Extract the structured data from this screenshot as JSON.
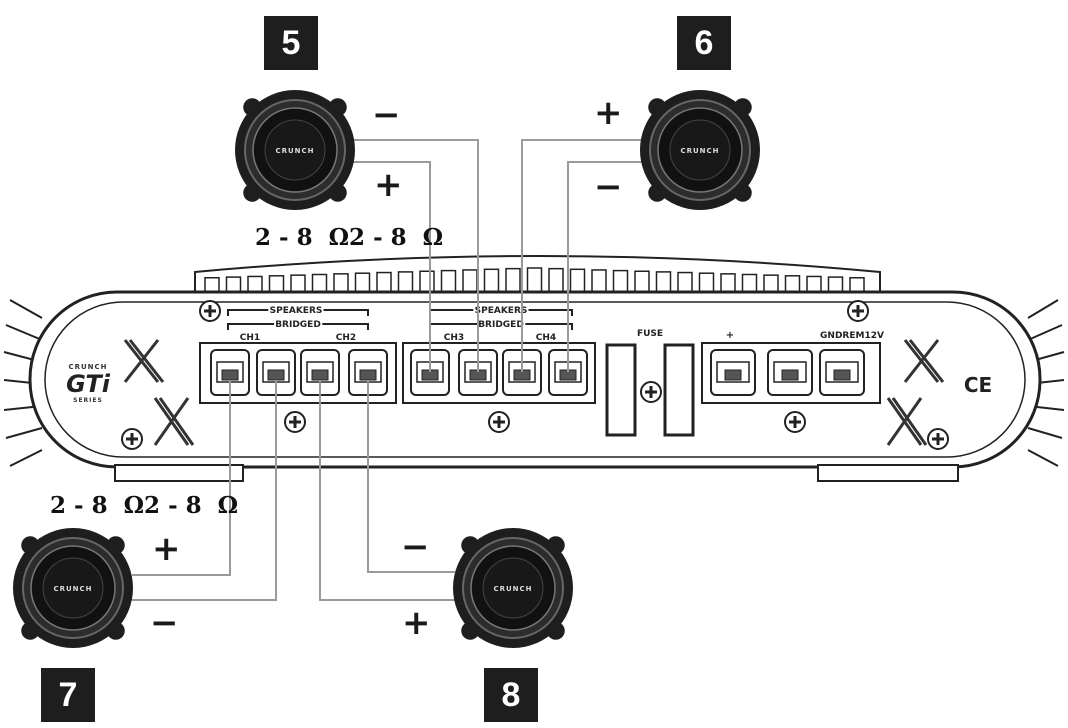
{
  "speaker_numbers": {
    "s5": "5",
    "s6": "6",
    "s7": "7",
    "s8": "8"
  },
  "polarity": {
    "plus": "+",
    "minus": "−"
  },
  "impedance": {
    "top": "2 - 8  Ω2 - 8  Ω",
    "bottom": "2 - 8  Ω2 - 8  Ω"
  },
  "amplifier": {
    "brand": "CRUNCH",
    "model": "GTi",
    "series": "SERIES",
    "speakers_label": "SPEAKERS",
    "bridged_label": "BRIDGED",
    "ch1": "CH1",
    "ch2": "CH2",
    "ch3": "CH3",
    "ch4": "CH4",
    "fuse": "FUSE",
    "power_labels": "GNDREM12V",
    "power_plus": "+",
    "ce_mark": "CE"
  },
  "speaker_brand": "CRUNCH",
  "colors": {
    "wire": "#9a9a9a",
    "dark": "#1e1e1e",
    "body": "#ffffff"
  }
}
